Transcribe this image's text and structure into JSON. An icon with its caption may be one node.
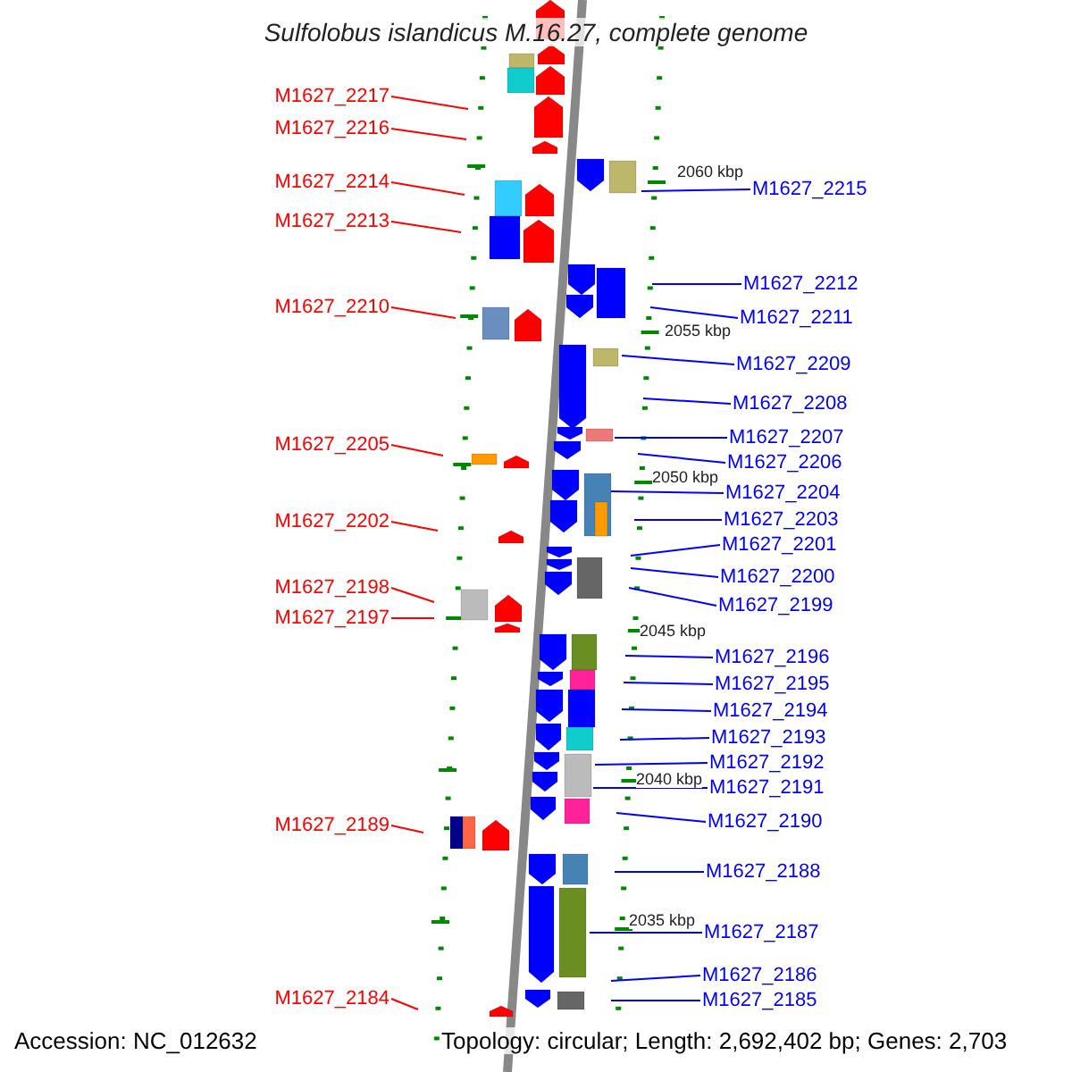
{
  "diagram": {
    "title": "Sulfolobus islandicus M.16.27, complete genome",
    "nodes": [
      {
        "text": [
          "M1627_2217"
        ]
      },
      {
        "text": [
          "M1627_2216"
        ]
      },
      {
        "text": [
          "M1627_2214"
        ]
      },
      {
        "text": [
          "M1627_2215"
        ]
      },
      {
        "text": [
          "M1627_2213"
        ]
      },
      {
        "text": [
          "M1627_2212"
        ]
      },
      {
        "text": [
          "M1627_2210"
        ]
      },
      {
        "text": [
          "M1627_2211"
        ]
      },
      {
        "text": [
          "M1627_2209"
        ]
      },
      {
        "text": [
          "M1627_2208"
        ]
      },
      {
        "text": [
          "M1627_2207"
        ]
      },
      {
        "text": [
          "M1627_2205"
        ]
      },
      {
        "text": [
          "M1627_2206"
        ]
      },
      {
        "text": [
          "M1627_2204"
        ]
      },
      {
        "text": [
          "M1627_2203"
        ]
      },
      {
        "text": [
          "M1627_2202"
        ]
      },
      {
        "text": [
          "M1627_2201"
        ]
      },
      {
        "text": [
          "M1627_2200"
        ]
      },
      {
        "text": [
          "M1627_2198"
        ]
      },
      {
        "text": [
          "M1627_2199"
        ]
      },
      {
        "text": [
          "M1627_2197"
        ]
      },
      {
        "text": [
          "M1627_2196"
        ]
      },
      {
        "text": [
          "M1627_2195"
        ]
      },
      {
        "text": [
          "M1627_2194"
        ]
      },
      {
        "text": [
          "M1627_2193"
        ]
      },
      {
        "text": [
          "M1627_2192"
        ]
      },
      {
        "text": [
          "M1627_2191"
        ]
      },
      {
        "text": [
          "M1627_2189"
        ]
      },
      {
        "text": [
          "M1627_2190"
        ]
      },
      {
        "text": [
          "M1627_2188"
        ]
      },
      {
        "text": [
          "M1627_2187"
        ]
      },
      {
        "text": [
          "M1627_2186"
        ]
      },
      {
        "text": [
          "M1627_2185"
        ]
      },
      {
        "text": [
          "M1627_2184"
        ]
      }
    ],
    "edges": [
      {
        "from": 0,
        "to": null,
        "arrow": "none",
        "color": "#ff0000"
      },
      {
        "from": 1,
        "to": null,
        "arrow": "none",
        "color": "#ff0000"
      },
      {
        "from": 2,
        "to": null,
        "arrow": "none",
        "color": "#ff0000"
      },
      {
        "from": 3,
        "to": null,
        "arrow": "none"
      },
      {
        "from": 4,
        "to": null,
        "arrow": "none",
        "color": "#ff0000"
      },
      {
        "from": 5,
        "to": null,
        "arrow": "none"
      },
      {
        "from": 6,
        "to": null,
        "arrow": "none",
        "color": "#ff0000"
      },
      {
        "from": 7,
        "to": null,
        "arrow": "none"
      },
      {
        "from": 8,
        "to": null,
        "arrow": "none"
      },
      {
        "from": 9,
        "to": null,
        "arrow": "none"
      },
      {
        "from": 10,
        "to": null,
        "arrow": "none"
      },
      {
        "from": 11,
        "to": null,
        "arrow": "none",
        "color": "#ff0000"
      },
      {
        "from": 12,
        "to": null,
        "arrow": "none"
      },
      {
        "from": 13,
        "to": null,
        "arrow": "none"
      },
      {
        "from": 14,
        "to": null,
        "arrow": "none"
      },
      {
        "from": 15,
        "to": null,
        "arrow": "none",
        "color": "#ff0000"
      },
      {
        "from": 16,
        "to": null,
        "arrow": "none"
      },
      {
        "from": 17,
        "to": null,
        "arrow": "none"
      },
      {
        "from": 18,
        "to": null,
        "arrow": "none",
        "color": "#ff0000"
      },
      {
        "from": 19,
        "to": null,
        "arrow": "none"
      },
      {
        "from": 20,
        "to": null,
        "arrow": "none",
        "color": "#ff0000"
      },
      {
        "from": 21,
        "to": null,
        "arrow": "none"
      },
      {
        "from": 22,
        "to": null,
        "arrow": "none"
      },
      {
        "from": 23,
        "to": null,
        "arrow": "none"
      },
      {
        "from": 24,
        "to": null,
        "arrow": "none"
      },
      {
        "from": 25,
        "to": null,
        "arrow": "none"
      },
      {
        "from": 26,
        "to": null,
        "arrow": "none"
      },
      {
        "from": 27,
        "to": null,
        "arrow": "none",
        "color": "#ff0000"
      },
      {
        "from": 28,
        "to": null,
        "arrow": "none"
      },
      {
        "from": 29,
        "to": null,
        "arrow": "none"
      },
      {
        "from": 30,
        "to": null,
        "arrow": "none"
      },
      {
        "from": 31,
        "to": null,
        "arrow": "none"
      },
      {
        "from": 32,
        "to": null,
        "arrow": "none"
      },
      {
        "from": 33,
        "to": null,
        "arrow": "none",
        "color": "#ff0000"
      }
    ],
    "labels": [
      "2060 kbp",
      "2055 kbp",
      "2050 kbp",
      "2045 kbp",
      "2040 kbp",
      "2035 kbp",
      "Accession: NC_012632",
      "Topology: circular; Length: 2,692,402 bp; Genes: 2,703"
    ]
  }
}
